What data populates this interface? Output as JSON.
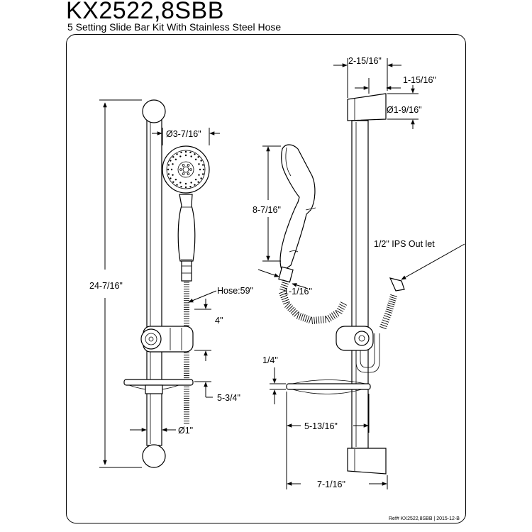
{
  "header": {
    "model": "KX2522,8SBB",
    "description": "5 Setting Slide Bar Kit With Stainless Steel Hose"
  },
  "dimensions": {
    "bar_height": "24-7/16\"",
    "head_diameter": "Ø3-7/16\"",
    "hose": "Hose:59\"",
    "holder_drop": "4\"",
    "dish_depth": "5-3/4\"",
    "bar_diameter": "Ø1\"",
    "bracket_depth": "2-15/16\"",
    "bracket_width": "1-15/16\"",
    "bracket_diameter": "Ø1-9/16\"",
    "handshower_length": "8-7/16\"",
    "handle_width": "1-1/16\"",
    "outlet": "1/2\" IPS Out let",
    "dish_thickness": "1/4\"",
    "dish_projection": "5-13/16\"",
    "total_projection": "7-1/16\""
  },
  "footer": {
    "reference": "Ref# KX2522,8SBB | 2015-12-B"
  }
}
